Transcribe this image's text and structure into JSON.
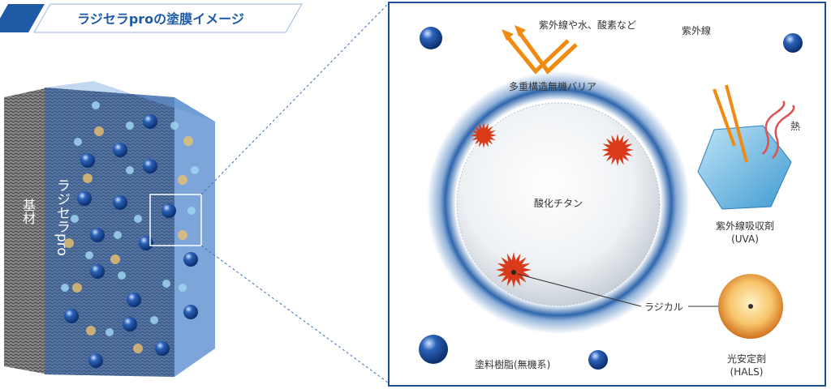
{
  "title": "ラジセラproの塗膜イメージ",
  "left": {
    "substrate_label": "基材",
    "coating_label": "ラジセラpro"
  },
  "right": {
    "uv_water_oxygen": "紫外線や水、酸素など",
    "barrier": "多重構造無機バリア",
    "titanium_oxide": "酸化チタン",
    "uv": "紫外線",
    "heat": "熱",
    "uva_name": "紫外線吸収剤",
    "uva_abbr": "(UVA)",
    "radical": "ラジカル",
    "hals_name": "光安定剤",
    "hals_abbr": "(HALS)",
    "resin": "塗料樹脂(無機系)"
  },
  "colors": {
    "brand_blue": "#1f5aa6",
    "orange": "#f08a10",
    "radical_red": "#d83a1a"
  }
}
